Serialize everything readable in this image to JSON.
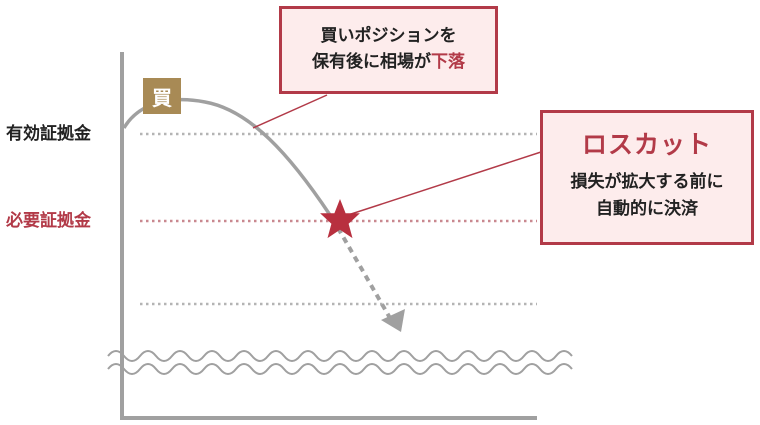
{
  "levels": {
    "effective_margin": "有効証拠金",
    "required_margin": "必要証拠金"
  },
  "buy_badge": "買",
  "callout_top": {
    "line1": "買いポジションを",
    "line2_prefix": "保有後に相場が",
    "line2_accent": "下落"
  },
  "callout_right": {
    "title": "ロスカット",
    "line1": "損失が拡大する前に",
    "line2": "自動的に決済"
  },
  "colors": {
    "accent": "#b23a48",
    "callout_bg": "#fdecec",
    "badge": "#a88a55",
    "line": "#a0a0a0",
    "star": "#b8303f"
  },
  "icons": [
    "star-icon",
    "arrowhead-icon"
  ]
}
